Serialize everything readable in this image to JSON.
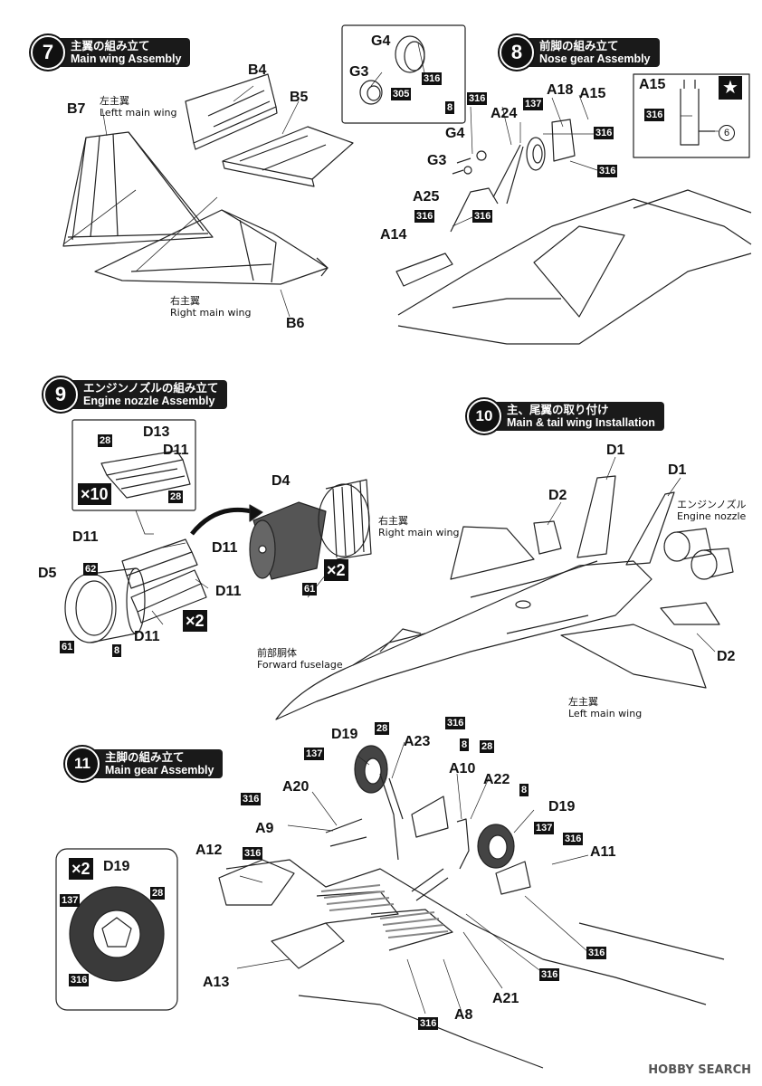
{
  "steps": {
    "s7": {
      "num": "7",
      "jp": "主翼の組み立て",
      "en": "Main wing Assembly"
    },
    "s8": {
      "num": "8",
      "jp": "前脚の組み立て",
      "en": "Nose gear Assembly"
    },
    "s9": {
      "num": "9",
      "jp": "エンジンノズルの組み立て",
      "en": "Engine nozzle Assembly"
    },
    "s10": {
      "num": "10",
      "jp": "主、尾翼の取り付け",
      "en": "Main & tail wing Installation"
    },
    "s11": {
      "num": "11",
      "jp": "主脚の組み立て",
      "en": "Main gear Assembly"
    }
  },
  "step7": {
    "parts": [
      "B4",
      "B5",
      "B7",
      "B6"
    ],
    "left_wing_jp": "左主翼",
    "left_wing_en": "Leftt main wing",
    "right_wing_jp": "右主翼",
    "right_wing_en": "Right main wing"
  },
  "step8": {
    "parts": [
      "G4",
      "G3",
      "A18",
      "A15",
      "A24",
      "G4",
      "G3",
      "A25",
      "A14",
      "A15"
    ],
    "paints": [
      "316",
      "305",
      "316",
      "8",
      "137",
      "316",
      "316",
      "316",
      "316",
      "316"
    ],
    "circle_num": "6"
  },
  "step9": {
    "parts": [
      "D13",
      "D11",
      "D4",
      "D11",
      "D5",
      "D11",
      "D11",
      "D11"
    ],
    "paints": [
      "28",
      "28",
      "61",
      "62",
      "61",
      "8"
    ],
    "mult_x10": "×10",
    "mult_x2": "×2",
    "mult_x2b": "×2"
  },
  "step10": {
    "parts": [
      "D1",
      "D1",
      "D2",
      "D2"
    ],
    "nozzle_jp": "エンジンノズル",
    "nozzle_en": "Engine nozzle",
    "right_wing_jp": "右主翼",
    "right_wing_en": "Right main wing",
    "fwd_jp": "前部胴体",
    "fwd_en": "Forward fuselage",
    "left_wing_jp": "左主翼",
    "left_wing_en": "Left  main wing"
  },
  "step11": {
    "parts": [
      "D19",
      "A23",
      "A10",
      "A22",
      "A20",
      "D19",
      "A9",
      "A12",
      "A11",
      "D19",
      "A13",
      "A21",
      "A8"
    ],
    "paints": [
      "28",
      "316",
      "137",
      "8",
      "28",
      "8",
      "316",
      "137",
      "316",
      "316",
      "316",
      "28",
      "137",
      "316",
      "316",
      "316"
    ],
    "mult_x2": "×2"
  },
  "watermark": "HOBBY SEARCH"
}
